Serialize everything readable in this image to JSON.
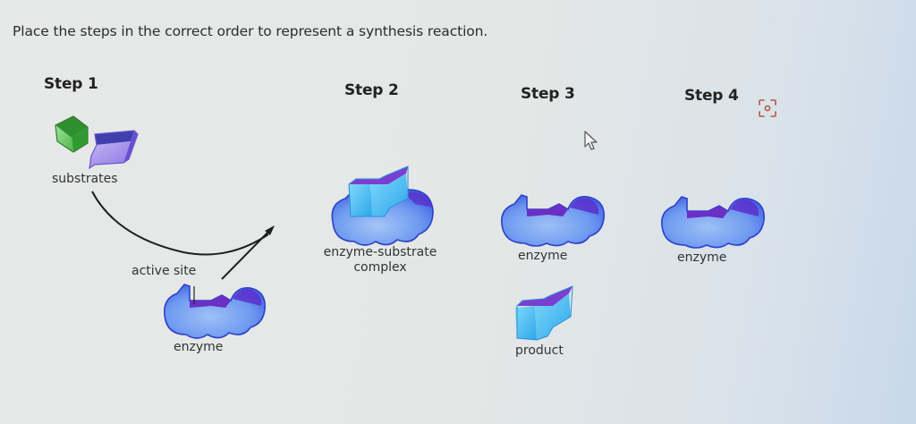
{
  "prompt": "Place the steps in the correct order to represent a synthesis reaction.",
  "steps": [
    {
      "title": "Step 1",
      "labels": {
        "substrates": "substrates",
        "active_site": "active site",
        "enzyme": "enzyme"
      }
    },
    {
      "title": "Step 2",
      "labels": {
        "complex_line1": "enzyme-substrate",
        "complex_line2": "complex"
      }
    },
    {
      "title": "Step 3",
      "labels": {
        "enzyme": "enzyme",
        "product": "product"
      }
    },
    {
      "title": "Step 4",
      "labels": {
        "enzyme": "enzyme"
      }
    }
  ],
  "icons": {
    "focus": "focus-frame-icon",
    "cursor": "mouse-pointer-icon"
  },
  "colors": {
    "green_substrate": "#3fae3a",
    "purple_substrate": "#8b6fe0",
    "enzyme_blue": "#4a7fe6",
    "enzyme_dark": "#2f4fd6",
    "active_site_purple": "#6a2fc4",
    "product_cyan": "#38b8ee",
    "focus_icon": "#b45a3c"
  }
}
